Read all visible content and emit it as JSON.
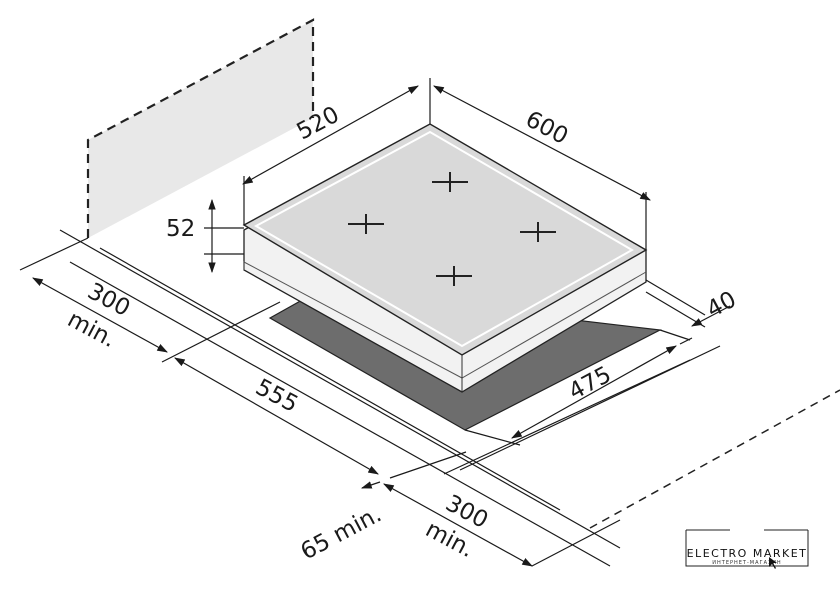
{
  "dimensions": {
    "width_600": "600",
    "depth_520": "520",
    "height_52": "52",
    "height_40": "40",
    "clearance_300_left": "300",
    "clearance_300_left_min": "min.",
    "cutout_555": "555",
    "cutout_475": "475",
    "min_65": "65 min.",
    "clearance_300_right": "300",
    "clearance_300_right_min": "min."
  },
  "logo": {
    "name": "ELECTRO MARKET",
    "tagline": "ИНТЕРНЕТ-МАГАЗИН"
  },
  "burners": [
    "burner-top",
    "burner-left",
    "burner-right",
    "burner-bottom"
  ]
}
